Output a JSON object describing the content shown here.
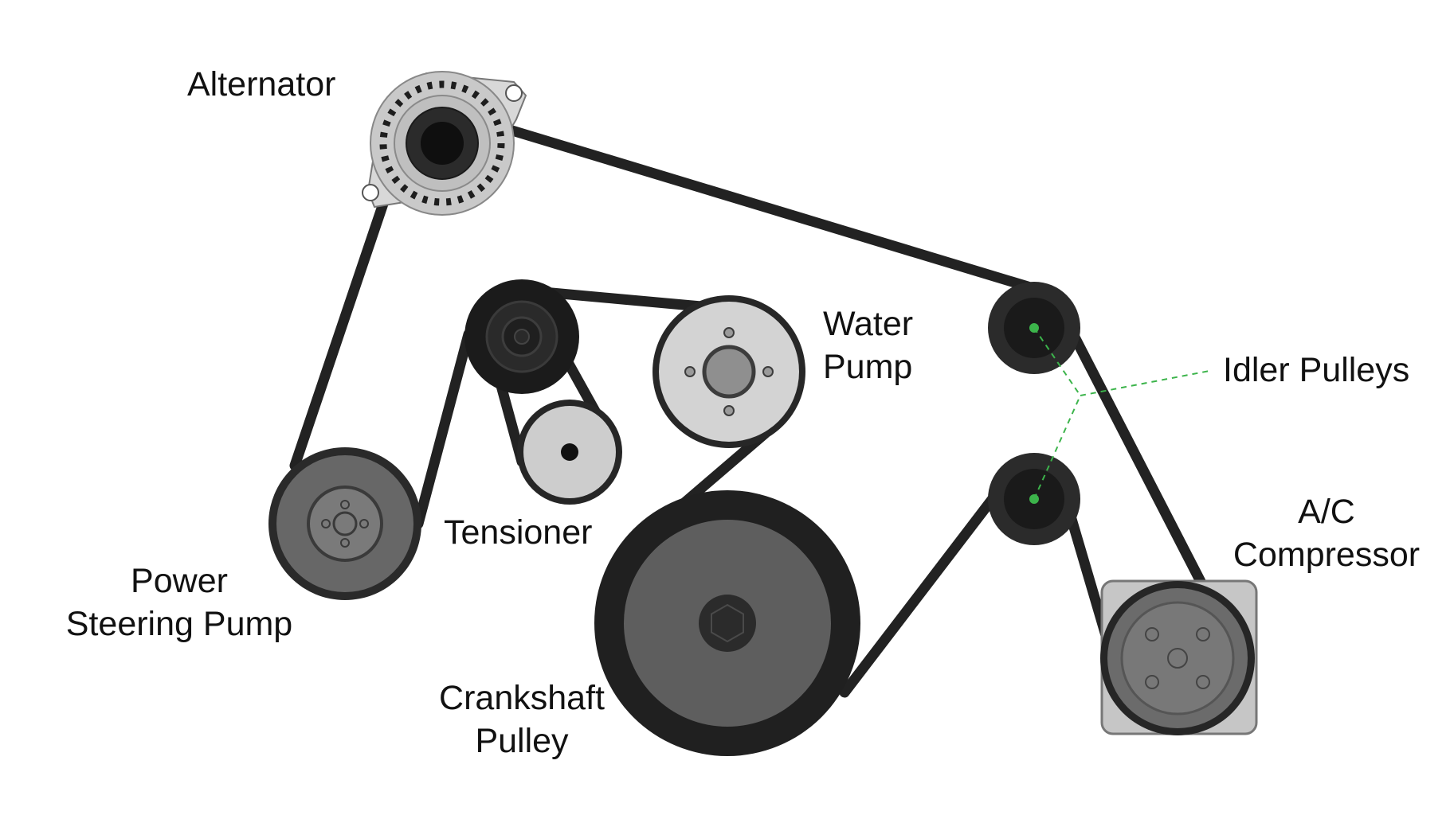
{
  "colors": {
    "belt": "#222222",
    "idler_marker": "#3cb44b",
    "leader_line": "#3cb44b"
  },
  "labels": {
    "alternator": "Alternator",
    "water_pump": [
      "Water",
      "Pump"
    ],
    "idler_pulleys": "Idler Pulleys",
    "tensioner": "Tensioner",
    "power_steering_pump": [
      "Power",
      "Steering Pump"
    ],
    "ac_compressor": [
      "A/C",
      "Compressor"
    ],
    "crankshaft_pulley": [
      "Crankshaft",
      "Pulley"
    ]
  },
  "components": [
    {
      "id": "alternator",
      "icon": "alternator-icon"
    },
    {
      "id": "tensioner",
      "icon": "tensioner-pulley-icon"
    },
    {
      "id": "tensioner-idler",
      "icon": "tensioner-small-pulley-icon"
    },
    {
      "id": "water-pump",
      "icon": "water-pump-icon"
    },
    {
      "id": "idler-upper",
      "icon": "idler-pulley-icon"
    },
    {
      "id": "idler-lower",
      "icon": "idler-pulley-icon"
    },
    {
      "id": "power-steering-pump",
      "icon": "power-steering-pump-icon"
    },
    {
      "id": "crankshaft-pulley",
      "icon": "crankshaft-pulley-icon"
    },
    {
      "id": "ac-compressor",
      "icon": "ac-compressor-icon"
    }
  ]
}
